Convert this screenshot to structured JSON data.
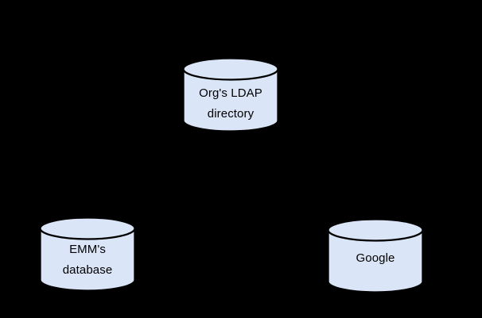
{
  "colors": {
    "background": "#000000",
    "cylinder_fill": "#dbe5f8",
    "cylinder_stroke": "#000000",
    "label_text": "#000000"
  },
  "nodes": [
    {
      "id": "orgs-ldap-directory",
      "shape": "database-cylinder",
      "label": "Org's LDAP directory",
      "label_lines": [
        "Org's LDAP",
        "directory"
      ]
    },
    {
      "id": "emms-database",
      "shape": "database-cylinder",
      "label": "EMM's database",
      "label_lines": [
        "EMM's",
        "database"
      ]
    },
    {
      "id": "google",
      "shape": "database-cylinder",
      "label": "Google",
      "label_lines": [
        "Google"
      ]
    }
  ]
}
